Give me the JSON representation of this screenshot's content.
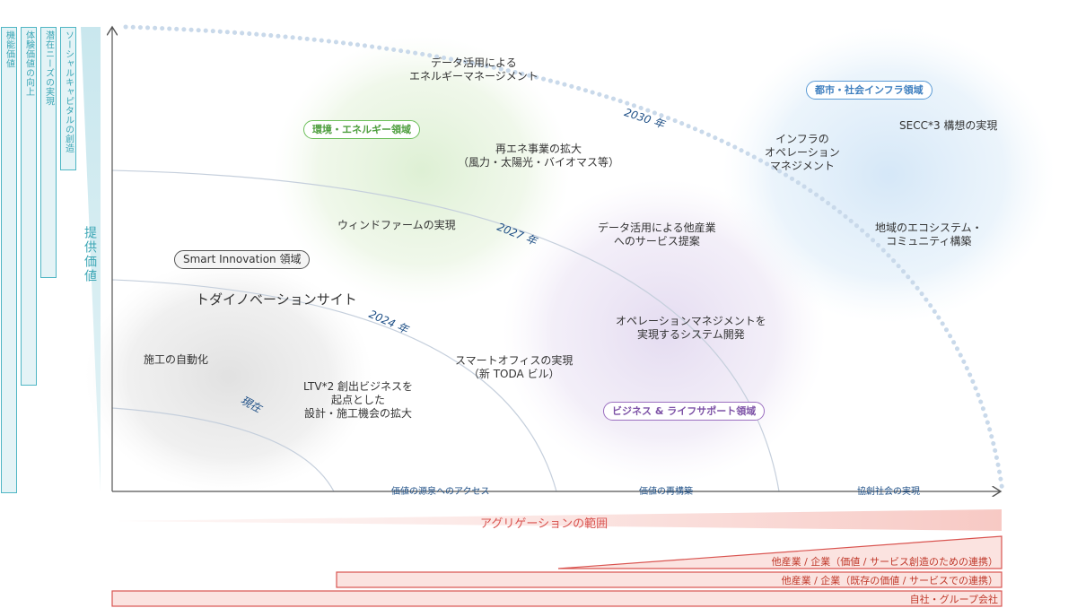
{
  "axis": {
    "y_label": "提供価値",
    "x_labels": [
      "価値の源泉へのアクセス",
      "価値の再構築",
      "協創社会の実現"
    ]
  },
  "value_levels": [
    "機能価値",
    "体験価値の向上",
    "潜在ニーズの実現",
    "ソーシャルキャピタルの創造"
  ],
  "years": [
    "現在",
    "2024 年",
    "2027 年",
    "2030 年"
  ],
  "domains": {
    "smart": "Smart Innovation 領域",
    "env": "環境・エネルギー領域",
    "biz": "ビジネス & ライフサポート領域",
    "city": "都市・社会インフラ領域"
  },
  "items": {
    "todai": "トダイノベーションサイト",
    "sekou": "施工の自動化",
    "ltv": "LTV*2 創出ビジネスを\n起点とした\n設計・施工機会の拡大",
    "smart_office": "スマートオフィスの実現\n（新 TODA ビル）",
    "wind": "ウィンドファームの実現",
    "energy_mgmt": "データ活用による\nエネルギーマネージメント",
    "renew": "再エネ事業の拡大\n（風力・太陽光・バイオマス等）",
    "data_service": "データ活用による他産業\nへのサービス提案",
    "ops_system": "オペレーションマネジメントを\n実現するシステム開発",
    "infra_ops": "インフラの\nオペレーション\nマネジメント",
    "secc": "SECC*3 構想の実現",
    "ecosystem": "地域のエコシステム・\nコミュニティ構築"
  },
  "aggregation": {
    "title": "アグリゲーションの範囲",
    "tiers": [
      "他産業 / 企業（価値 / サービス創造のための連携）",
      "他産業 / 企業（既存の価値 / サービスでの連携）",
      "自社・グループ会社"
    ]
  },
  "colors": {
    "teal": "#4fb6c4",
    "navy": "#1e4f86",
    "green": "#6cbf5a",
    "purple": "#9b6fc0",
    "blue": "#5b9bd5",
    "red": "#d9534f"
  }
}
